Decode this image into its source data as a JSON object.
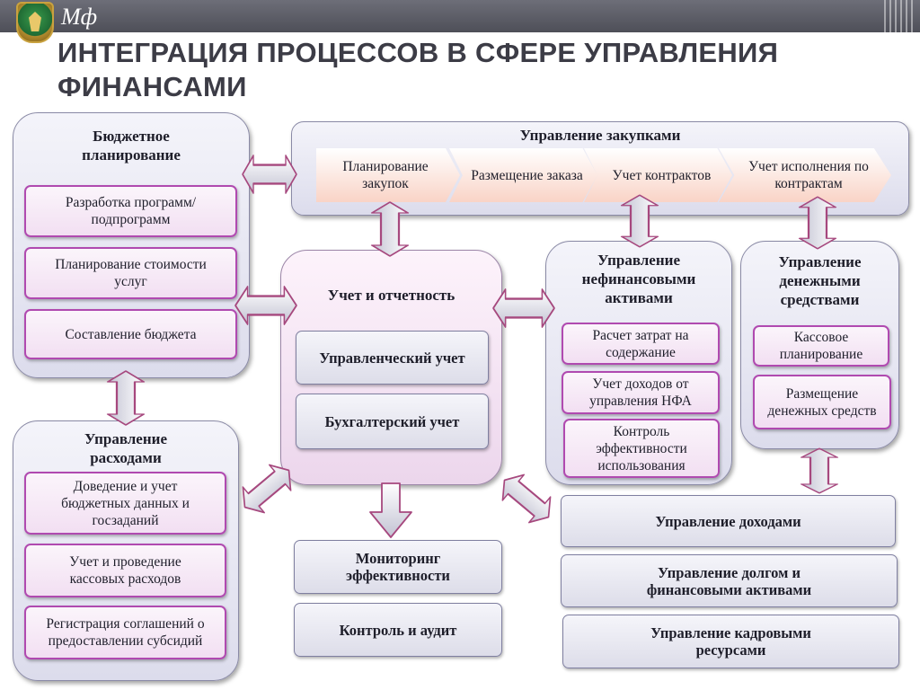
{
  "header": {
    "logo_text": "Мф",
    "title": "ИНТЕГРАЦИЯ ПРОЦЕССОВ В СФЕРЕ УПРАВЛЕНИЯ ФИНАНСАМИ"
  },
  "budget_planning": {
    "title": "Бюджетное планирование",
    "items": [
      "Разработка программ/ подпрограмм",
      "Планирование стоимости услуг",
      "Составление бюджета"
    ]
  },
  "procurement": {
    "title": "Управление закупками",
    "steps": [
      "Планирование закупок",
      "Размещение заказа",
      "Учет контрактов",
      "Учет исполнения по контрактам"
    ]
  },
  "accounting": {
    "title": "Учет и отчетность",
    "items": [
      "Управленческий учет",
      "Бухгалтерский учет"
    ]
  },
  "nonfinancial_assets": {
    "title": "Управление нефинансовыми активами",
    "items": [
      "Расчет затрат на содержание",
      "Учет доходов от управления НФА",
      "Контроль эффективности использования"
    ]
  },
  "cash_management": {
    "title": "Управление денежными средствами",
    "items": [
      "Кассовое планирование",
      "Размещение денежных средств"
    ]
  },
  "expenses": {
    "title": "Управление расходами",
    "items": [
      "Доведение и учет бюджетных данных и госзаданий",
      "Учет и проведение кассовых расходов",
      "Регистрация соглашений о предоставлении субсидий"
    ]
  },
  "bottom_center": [
    "Мониторинг эффективности",
    "Контроль и аудит"
  ],
  "bottom_right": [
    "Управление доходами",
    "Управление долгом и финансовыми активами",
    "Управление кадровыми ресурсами"
  ]
}
